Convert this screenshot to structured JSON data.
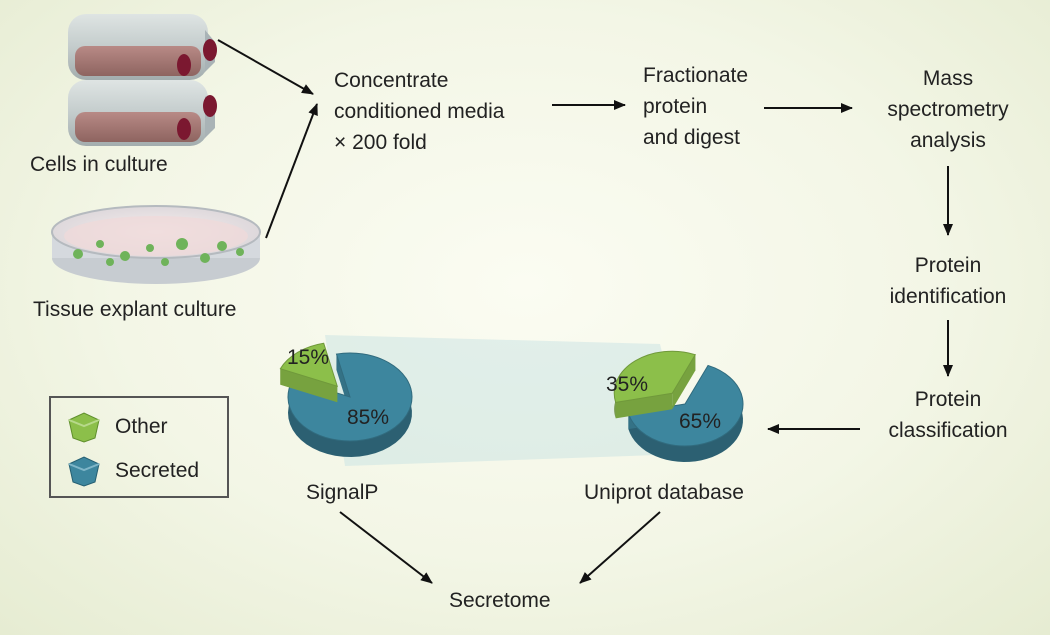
{
  "steps": {
    "cells": "Cells in culture",
    "tissue": "Tissue explant culture",
    "concentrate": "Concentrate\nconditioned media\n× 200 fold",
    "fractionate": "Fractionate\nprotein\nand digest",
    "mass_spec": "Mass\nspectrometry\nanalysis",
    "identification": "Protein\nidentification",
    "classification": "Protein\nclassification",
    "signalp": "SignalP",
    "uniprot": "Uniprot database",
    "secretome": "Secretome"
  },
  "pies": [
    {
      "source": "SignalP",
      "other": 15,
      "secreted": 85,
      "other_label": "15%",
      "secreted_label": "85%"
    },
    {
      "source": "Uniprot database",
      "other": 35,
      "secreted": 65,
      "other_label": "35%",
      "secreted_label": "65%"
    }
  ],
  "legend": {
    "other": "Other",
    "secreted": "Secreted"
  },
  "colors": {
    "other": "#8cbf4a",
    "secreted": "#3d869e",
    "arrow": "#111111"
  }
}
